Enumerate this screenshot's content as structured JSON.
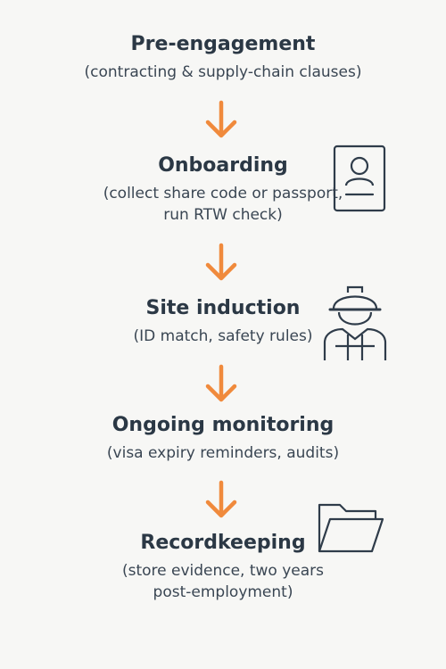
{
  "steps": [
    {
      "title": "Pre-engagement",
      "lines": [
        "(contracting & supply-chain clauses)"
      ]
    },
    {
      "title": "Onboarding",
      "lines": [
        "(collect share code or passport,",
        "run RTW check)"
      ],
      "icon": "id-card-icon"
    },
    {
      "title": "Site induction",
      "lines": [
        "(ID match, safety rules)"
      ],
      "icon": "hard-hat-worker-icon"
    },
    {
      "title": "Ongoing monitoring",
      "lines": [
        "(visa expiry reminders, audits)"
      ]
    },
    {
      "title": "Recordkeeping",
      "lines": [
        "(store evidence, two years",
        "post-employment)"
      ],
      "icon": "folder-icon"
    }
  ],
  "colors": {
    "arrow": "#f08a3c",
    "text": "#2b3845",
    "icon_stroke": "#2f3c4a",
    "background": "#f7f7f5"
  }
}
